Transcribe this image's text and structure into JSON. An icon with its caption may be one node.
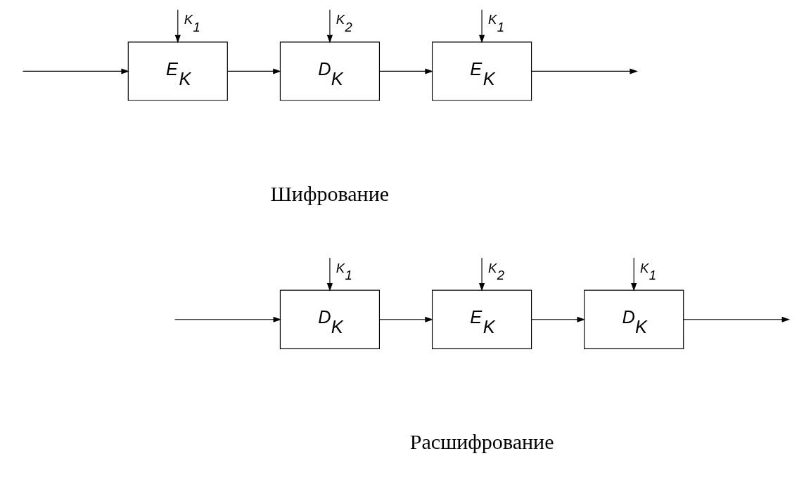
{
  "diagram": {
    "nodes": [
      {
        "text": [
          "E$_{K}$"
        ]
      },
      {
        "text": [
          "D$_{K}$"
        ]
      },
      {
        "text": [
          "E$_{K}$"
        ]
      },
      {
        "text": [
          "D$_{K}$"
        ]
      },
      {
        "text": [
          "E$_{K}$"
        ]
      },
      {
        "text": [
          "D$_{K}$"
        ]
      }
    ],
    "edges": [
      {
        "from": null,
        "to": 0,
        "arrow": "to"
      },
      {
        "from": 0,
        "to": 1,
        "arrow": "to"
      },
      {
        "from": 1,
        "to": 2,
        "arrow": "to"
      },
      {
        "from": 2,
        "to": null,
        "arrow": "to"
      },
      {
        "from": null,
        "to": 0,
        "arrow": "to",
        "label": "K$_{1}$"
      },
      {
        "from": null,
        "to": 1,
        "arrow": "to",
        "label": "K$_{2}$"
      },
      {
        "from": null,
        "to": 2,
        "arrow": "to",
        "label": "K$_{1}$"
      },
      {
        "from": null,
        "to": 3,
        "arrow": "to"
      },
      {
        "from": 3,
        "to": 4,
        "arrow": "to"
      },
      {
        "from": 4,
        "to": 5,
        "arrow": "to"
      },
      {
        "from": 5,
        "to": null,
        "arrow": "to"
      },
      {
        "from": null,
        "to": 3,
        "arrow": "to",
        "label": "K$_{1}$"
      },
      {
        "from": null,
        "to": 4,
        "arrow": "to",
        "label": "K$_{2}$"
      },
      {
        "from": null,
        "to": 5,
        "arrow": "to",
        "label": "K$_{1}$"
      }
    ],
    "labels": [
      "Шифрование",
      "Расшифрование"
    ]
  }
}
